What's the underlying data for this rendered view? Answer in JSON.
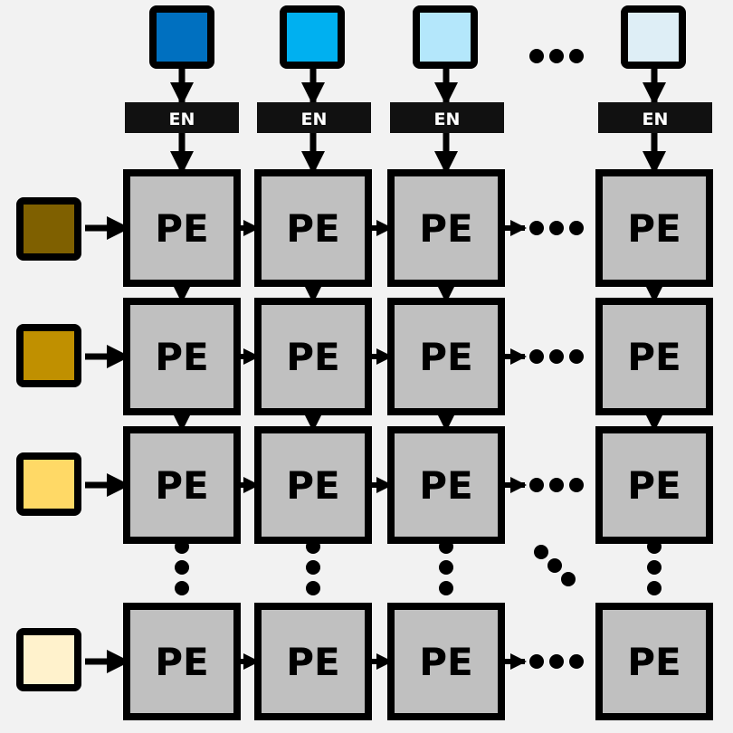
{
  "pe_label": "PE",
  "en_label": "EN",
  "colors": {
    "background": "#f2f2f2",
    "pe_fill": "#c0c0c0",
    "en_fill": "#111111",
    "stroke": "#000000"
  },
  "column_inputs": [
    {
      "color": "#0070c0"
    },
    {
      "color": "#00b0f0"
    },
    {
      "color": "#b4e7fb"
    },
    {
      "color": "#deeef6"
    }
  ],
  "row_inputs": [
    {
      "color": "#7f6000"
    },
    {
      "color": "#c09000"
    },
    {
      "color": "#ffd966"
    },
    {
      "color": "#fff2cc"
    }
  ],
  "grid": {
    "rows": 4,
    "columns": 4,
    "ellipsis_before_last_column": true,
    "ellipsis_before_last_row": true
  }
}
